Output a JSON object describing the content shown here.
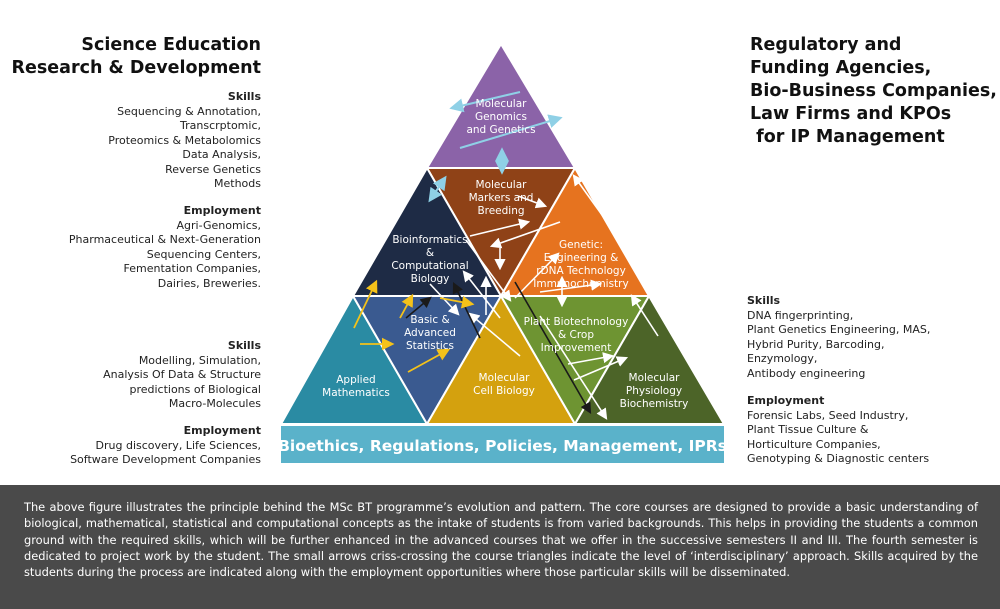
{
  "left_heading": [
    "Science Education",
    "Research & Development"
  ],
  "right_heading": [
    "Regulatory and",
    "Funding Agencies,",
    "Bio-Business Companies,",
    "Law Firms and KPOs",
    " for IP Management"
  ],
  "left_blocks": [
    {
      "title": "Skills",
      "lines": [
        "Sequencing & Annotation,",
        "Transcrptomic,",
        "Proteomics & Metabolomics",
        "Data Analysis,",
        "Reverse Genetics",
        "Methods"
      ]
    },
    {
      "title": "Employment",
      "lines": [
        "Agri-Genomics,",
        "Pharmaceutical & Next-Generation",
        "Sequencing Centers,",
        "Fementation Companies,",
        "Dairies, Breweries."
      ]
    },
    {
      "title": "Skills",
      "lines": [
        "Modelling, Simulation,",
        "Analysis Of Data & Structure",
        "predictions of Biological",
        "Macro-Molecules"
      ]
    },
    {
      "title": "Employment",
      "lines": [
        "Drug discovery, Life Sciences,",
        "Software Development Companies"
      ]
    }
  ],
  "right_blocks": [
    {
      "title": "Skills",
      "lines": [
        "DNA fingerprinting,",
        "Plant Genetics Engineering, MAS,",
        "Hybrid Purity, Barcoding,",
        "Enzymology,",
        "Antibody engineering"
      ]
    },
    {
      "title": "Employment",
      "lines": [
        "Forensic Labs, Seed Industry,",
        "Plant Tissue Culture &",
        "Horticulture Companies,",
        "Genotyping & Diagnostic centers"
      ]
    }
  ],
  "triangles": [
    {
      "key": "genomics",
      "color": "#8b63a8",
      "lines": [
        "Molecular",
        "Genomics",
        "and Genetics"
      ]
    },
    {
      "key": "markers",
      "color": "#8f4217",
      "lines": [
        "Molecular",
        "Markers and",
        "Breeding"
      ]
    },
    {
      "key": "bioinformatics",
      "color": "#1e2b45",
      "lines": [
        "Bioinformatics",
        "&",
        "Computational",
        "Biology"
      ]
    },
    {
      "key": "genetic-eng",
      "color": "#e6731f",
      "lines": [
        "Genetic:",
        "Engineering &",
        "rDNA Technology",
        "Immunochemistry"
      ]
    },
    {
      "key": "applied-math",
      "color": "#2a8ba3",
      "lines": [
        "Applied",
        "Mathematics"
      ]
    },
    {
      "key": "statistics",
      "color": "#3a5a90",
      "lines": [
        "Basic &",
        "Advanced",
        "Statistics"
      ]
    },
    {
      "key": "cell-bio",
      "color": "#d4a10e",
      "lines": [
        "Molecular",
        "Cell Biology"
      ]
    },
    {
      "key": "plant-biotech",
      "color": "#6e9432",
      "lines": [
        "Plant Biotechnology",
        "& Crop",
        "Improvement"
      ]
    },
    {
      "key": "physiology",
      "color": "#4c6428",
      "lines": [
        "Molecular",
        "Physiology",
        "Biochemistry"
      ]
    }
  ],
  "base_bar": {
    "label": "Bioethics, Regulations, Policies, Management, IPRs",
    "color": "#5ab2ca"
  },
  "footer_text": "The above figure illustrates the principle behind the MSc BT  programme’s evolution and pattern. The core courses are designed to provide a basic understanding of biological, mathematical, statistical and computational concepts as the intake of students is from varied backgrounds. This helps in providing the students a common ground with the required skills, which will be further enhanced in the advanced courses that we offer in the successive semesters II and III. The fourth semester is dedicated to project work by the student. The small arrows criss-crossing the course triangles indicate the level of ‘interdisciplinary’ approach. Skills acquired by the students during the process are indicated along with the employment opportunities where those particular skills will be disseminated."
}
